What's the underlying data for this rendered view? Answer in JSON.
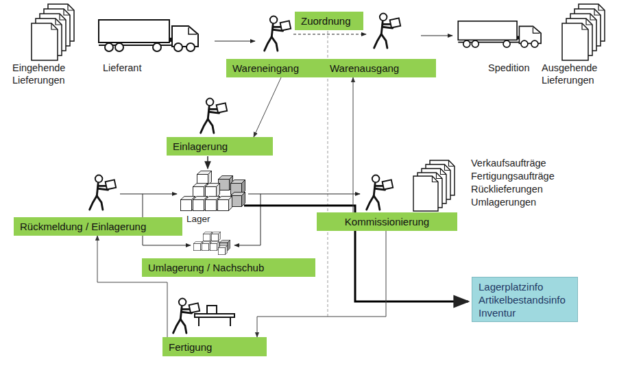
{
  "diagram": {
    "nodes": [
      {
        "text": [
          "Zuordnung"
        ]
      },
      {
        "text": [
          "Wareneingang"
        ]
      },
      {
        "text": [
          "Warenausgang"
        ]
      },
      {
        "text": [
          "Einlagerung"
        ]
      },
      {
        "text": [
          "Rückmeldung / Einlagerung"
        ]
      },
      {
        "text": [
          "Kommissionierung"
        ]
      },
      {
        "text": [
          "Umlagerung / Nachschub"
        ]
      },
      {
        "text": [
          "Fertigung"
        ]
      },
      {
        "text": [
          "Lagerplatzinfo",
          "Artikelbestandsinfo",
          "Inventur"
        ]
      }
    ],
    "edges": [
      {
        "from": 1,
        "to": 3,
        "arrow": "to"
      },
      {
        "from": 5,
        "to": 2,
        "arrow": "to"
      },
      {
        "from": 5,
        "to": 7,
        "arrow": "to"
      },
      {
        "from": 7,
        "to": 4,
        "arrow": "to"
      }
    ],
    "labels": [
      "Eingehende Lieferungen",
      "Lieferant",
      "Spedition",
      "Ausgehende Lieferungen",
      "Lager",
      "Verkaufsaufträge",
      "Fertigungsaufträge",
      "Rücklieferungen",
      "Umlagerungen"
    ]
  }
}
